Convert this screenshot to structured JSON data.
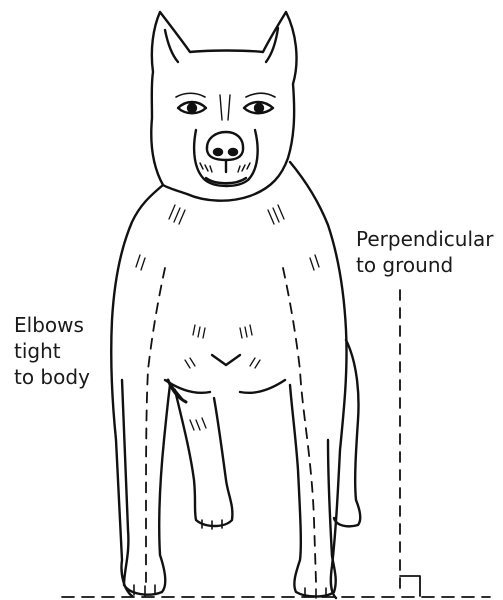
{
  "labels": {
    "elbows": [
      "Elbows",
      "tight",
      "to body"
    ],
    "perpendicular": [
      "Perpendicular",
      "to ground"
    ]
  },
  "colors": {
    "ink": "#111111",
    "paper": "#ffffff"
  }
}
